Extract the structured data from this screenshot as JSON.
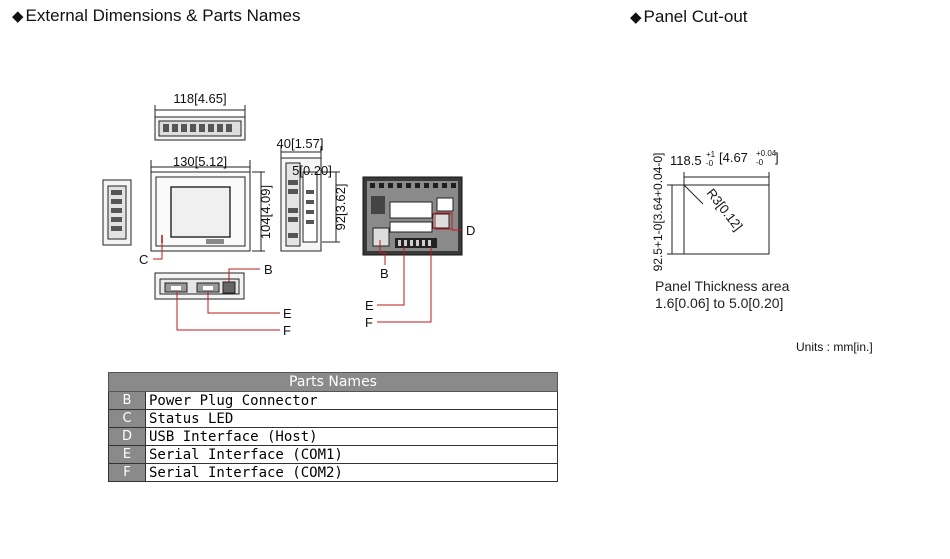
{
  "headings": {
    "external": "External Dimensions & Parts Names",
    "cutout": "Panel Cut-out",
    "marker": "◆"
  },
  "dimensions": {
    "top_width": "118[4.65]",
    "front_width": "130[5.12]",
    "front_height": "104[4.09]",
    "depth": "40[1.57]",
    "side_inset": "5[0.20]",
    "side_height": "92[3.62]"
  },
  "part_callouts": {
    "c": "C",
    "b_side": "B",
    "e_side": "E",
    "f_side": "F",
    "d_rear": "D",
    "b_rear": "B",
    "e_rear": "E",
    "f_rear": "F"
  },
  "cutout": {
    "width_main": "118.5",
    "width_tol_plus": "+1",
    "width_tol_minus": "-0",
    "width_in": "[4.67",
    "width_in_plus": "+0.04",
    "width_in_minus": "-0",
    "width_in_close": "]",
    "height_label": "92.5+1-0[3.64+0.04-0]",
    "corner_radius": "R3[0.12]",
    "thickness_line1": "Panel Thickness area",
    "thickness_line2": "1.6[0.06] to 5.0[0.20]"
  },
  "units": "Units : mm[in.]",
  "parts_table": {
    "title": "Parts Names",
    "rows": [
      {
        "key": "B",
        "name": "Power Plug Connector"
      },
      {
        "key": "C",
        "name": "Status LED"
      },
      {
        "key": "D",
        "name": "USB Interface (Host)"
      },
      {
        "key": "E",
        "name": "Serial Interface (COM1)"
      },
      {
        "key": "F",
        "name": "Serial Interface (COM2)"
      }
    ]
  },
  "colors": {
    "callout_line": "#c0181d",
    "table_header": "#8a8a8a",
    "outline": "#222222"
  }
}
